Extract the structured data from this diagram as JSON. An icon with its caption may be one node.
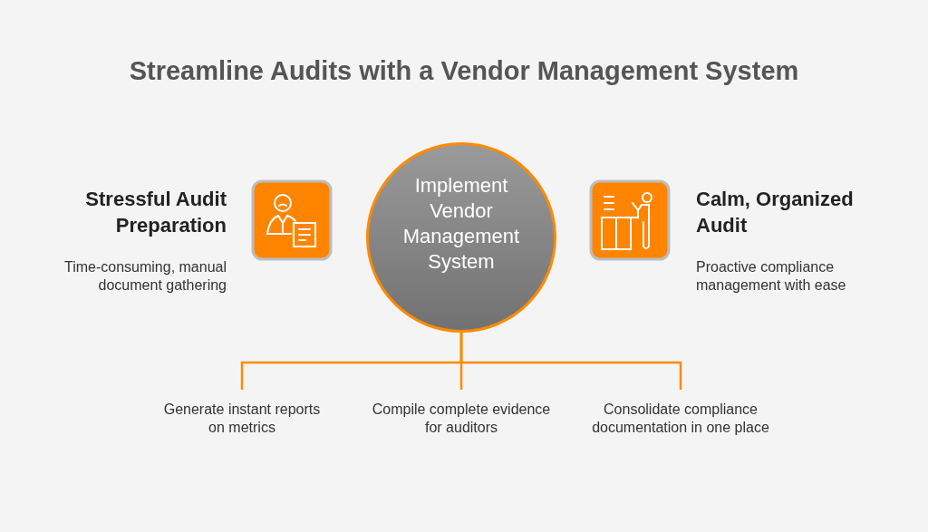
{
  "diagram": {
    "title": "Streamline Audits with a Vendor Management System",
    "nodes": [
      {
        "text": [
          "Stressful Audit Preparation",
          "Time-consuming, manual document gathering"
        ]
      },
      {
        "text": [
          "Implement Vendor Management System"
        ]
      },
      {
        "text": [
          "Calm, Organized Audit",
          "Proactive compliance management with ease"
        ]
      },
      {
        "text": [
          "Generate instant reports on metrics"
        ]
      },
      {
        "text": [
          "Compile complete evidence for auditors"
        ]
      },
      {
        "text": [
          "Consolidate compliance documentation in one place"
        ]
      }
    ],
    "edges": [
      {
        "from": 1,
        "to": 3,
        "arrow": "none"
      },
      {
        "from": 1,
        "to": 4,
        "arrow": "none"
      },
      {
        "from": 1,
        "to": 5,
        "arrow": "none"
      }
    ]
  }
}
